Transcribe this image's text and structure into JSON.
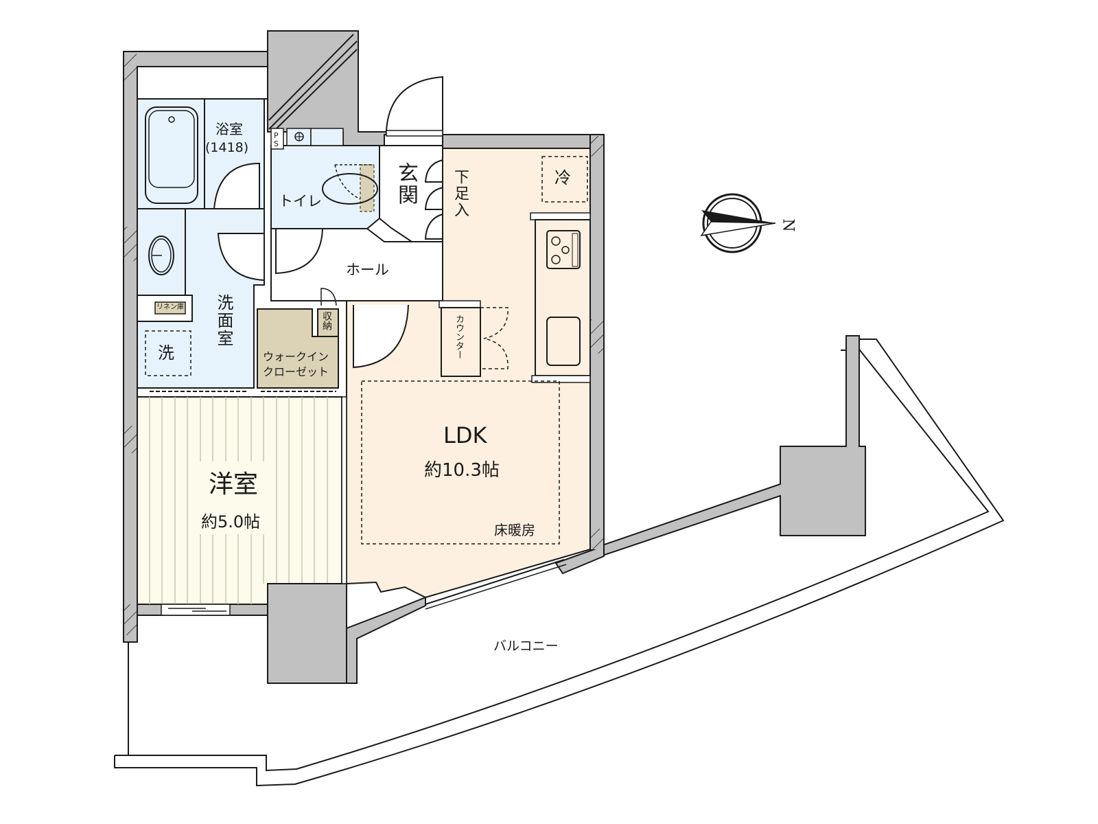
{
  "floorplan": {
    "colors": {
      "wall": "#c0c1c0",
      "wet_area": "#e6f3fc",
      "ldk_floor": "#fdf0e0",
      "western_room_floor": "#fcfbec",
      "storage": "#dcd3b6",
      "line": "#1a1a1a"
    },
    "rooms": {
      "bathroom": {
        "name": "浴室",
        "size": "(1418)"
      },
      "toilet": {
        "name": "トイレ"
      },
      "entrance": {
        "name": "玄関"
      },
      "shoe_storage": {
        "name": "下足入"
      },
      "refrigerator": {
        "name": "冷"
      },
      "hall": {
        "name": "ホール"
      },
      "washroom": {
        "name": "洗面室"
      },
      "laundry": {
        "name": "洗"
      },
      "linen": {
        "name": "リネン庫"
      },
      "storage": {
        "name": "収納"
      },
      "walk_in_closet": {
        "line1": "ウォークイン",
        "line2": "クローゼット"
      },
      "counter": {
        "name": "カウンター"
      },
      "ldk": {
        "name": "LDK",
        "size": "約10.3帖",
        "floor_heating": "床暖房"
      },
      "western_room": {
        "name": "洋室",
        "size": "約5.0帖"
      },
      "balcony": {
        "name": "バルコニー"
      },
      "pipe_space": {
        "p": "P",
        "s": "S"
      }
    },
    "compass": {
      "label": "N",
      "icon": "compass-north-icon"
    }
  }
}
